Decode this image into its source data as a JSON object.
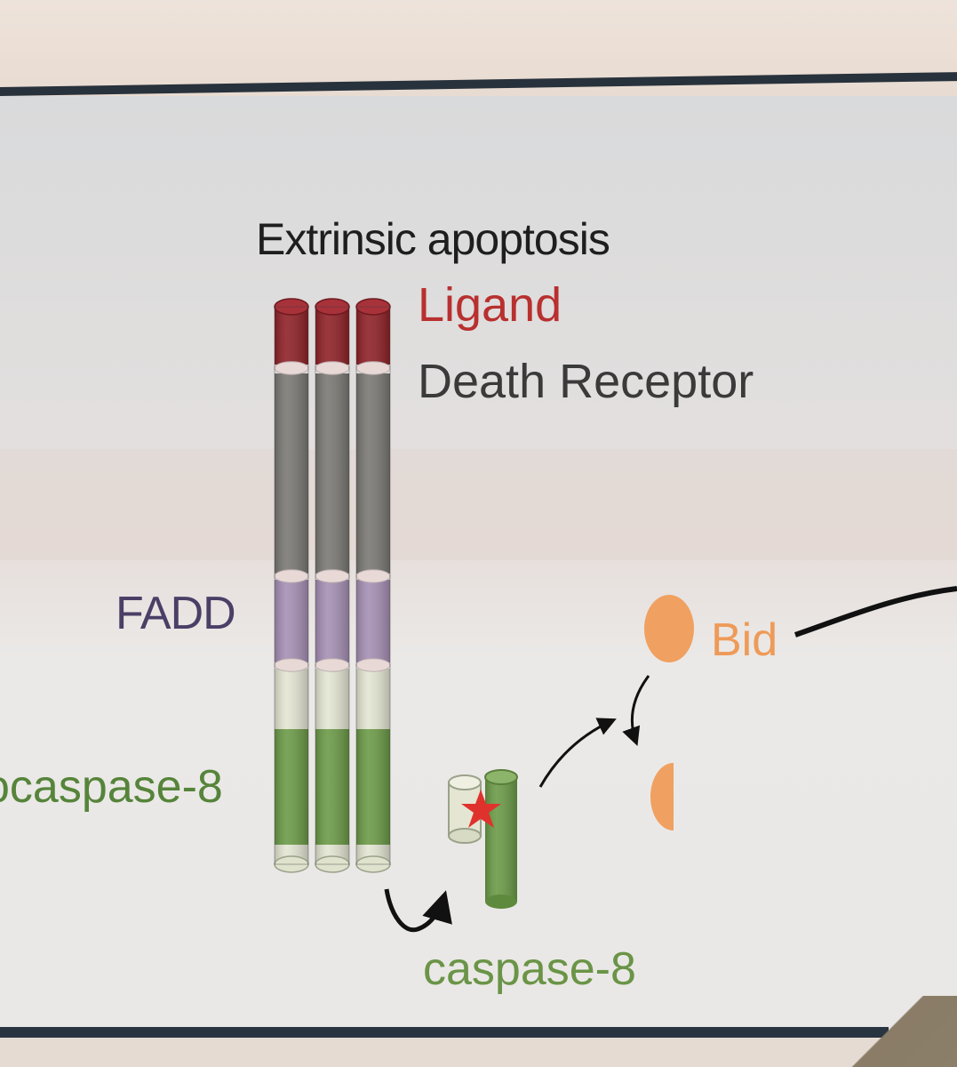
{
  "diagram": {
    "title": "Extrinsic apoptosis",
    "labels": {
      "ligand": "Ligand",
      "death_receptor": "Death Receptor",
      "fadd": "FADD",
      "procaspase": "ocaspase-8",
      "bid": "Bid",
      "caspase": "caspase-8"
    },
    "colors": {
      "ligand": "#8e2127",
      "death_receptor": "#7a7873",
      "fadd": "#a58fb4",
      "procaspase_pale": "#e4e6d3",
      "caspase_green": "#6b9a47",
      "bid": "#f0a060",
      "activation_star": "#e0322c",
      "arrow": "#111111"
    }
  }
}
